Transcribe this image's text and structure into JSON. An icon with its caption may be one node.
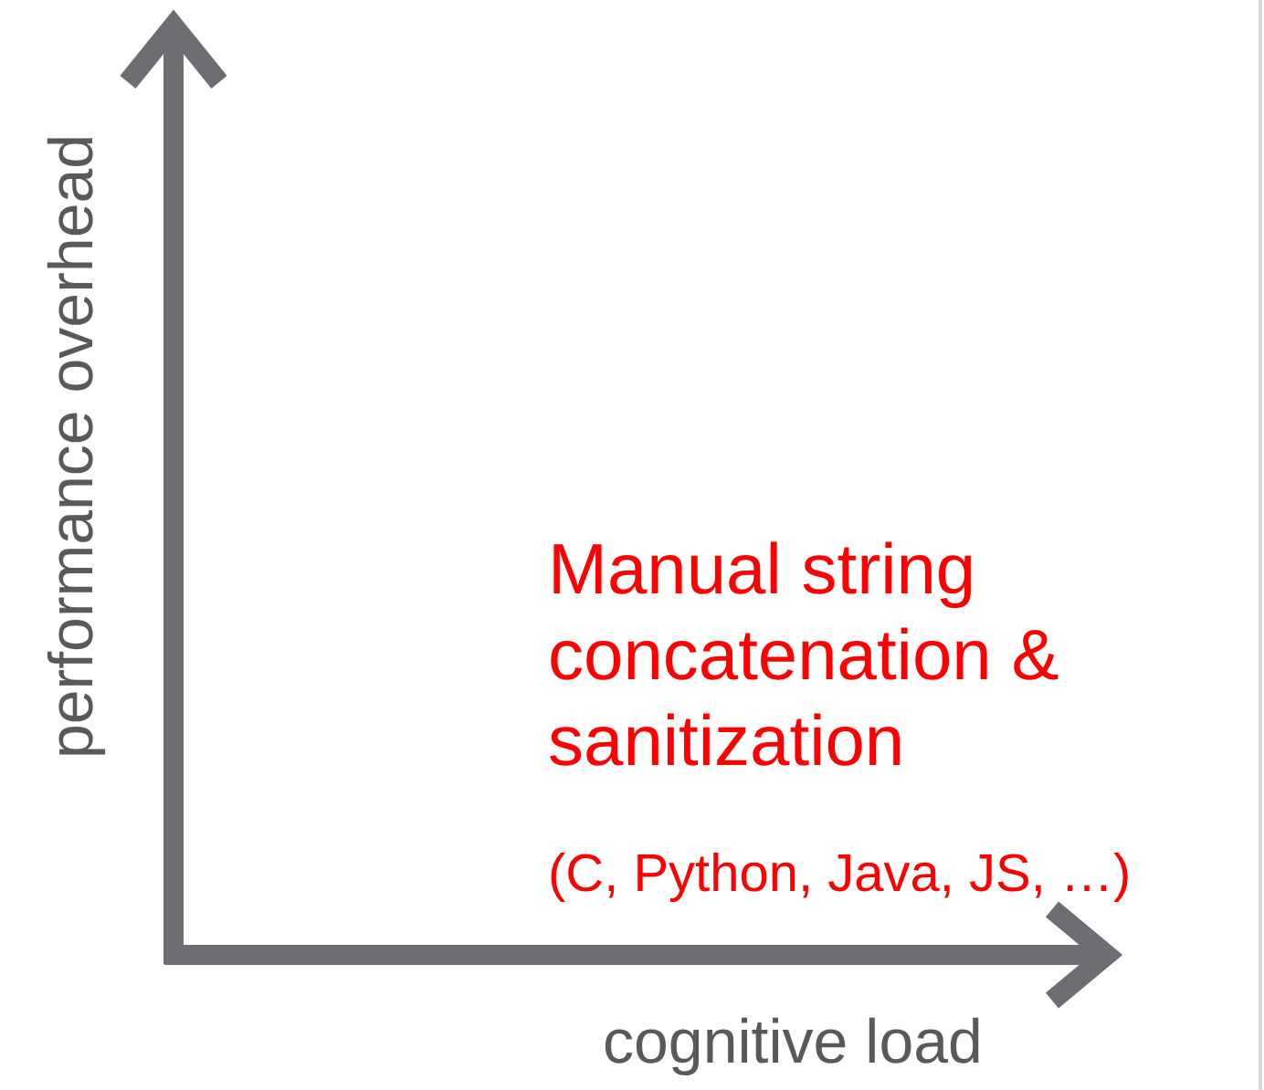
{
  "diagram": {
    "labels": [
      "performance overhead",
      "Manual string concatenation & sanitization",
      "(C, Python, Java, JS, …)",
      "cognitive load"
    ]
  }
}
